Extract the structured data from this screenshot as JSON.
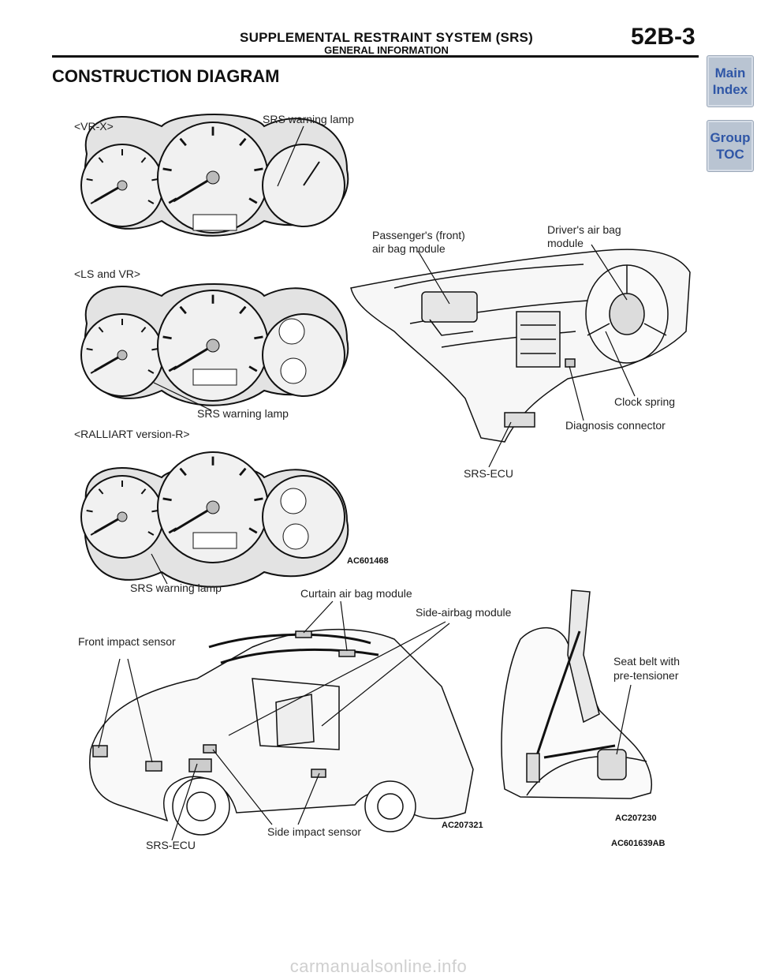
{
  "header": {
    "title": "SUPPLEMENTAL RESTRAINT SYSTEM (SRS)",
    "subtitle": "GENERAL INFORMATION",
    "code": "52B-3"
  },
  "nav": {
    "main_index_line1": "Main",
    "main_index_line2": "Index",
    "group_toc_line1": "Group",
    "group_toc_line2": "TOC"
  },
  "section_title": "CONSTRUCTION DIAGRAM",
  "clusters": [
    {
      "variant": "<VR-X>",
      "lamp_label": "SRS warning lamp"
    },
    {
      "variant": "<LS and VR>",
      "lamp_label": "SRS warning lamp"
    },
    {
      "variant": "<RALLIART version-R>",
      "lamp_label": "SRS warning lamp"
    }
  ],
  "dash_labels": {
    "passenger_airbag_line1": "Passenger's (front)",
    "passenger_airbag_line2": "air bag module",
    "driver_airbag_line1": "Driver's air bag",
    "driver_airbag_line2": "module",
    "clock_spring": "Clock spring",
    "diagnosis_connector": "Diagnosis connector",
    "srs_ecu": "SRS-ECU"
  },
  "figure_codes": {
    "top": "AC601468",
    "car": "AC207321",
    "seat": "AC207230",
    "bottom": "AC601639AB"
  },
  "car_labels": {
    "curtain_airbag": "Curtain air bag module",
    "side_airbag": "Side-airbag module",
    "front_impact_sensor": "Front impact sensor",
    "srs_ecu": "SRS-ECU",
    "side_impact_sensor": "Side impact sensor",
    "seat_belt_line1": "Seat belt with",
    "seat_belt_line2": "pre-tensioner"
  },
  "footer": "carmanualsonline.info"
}
